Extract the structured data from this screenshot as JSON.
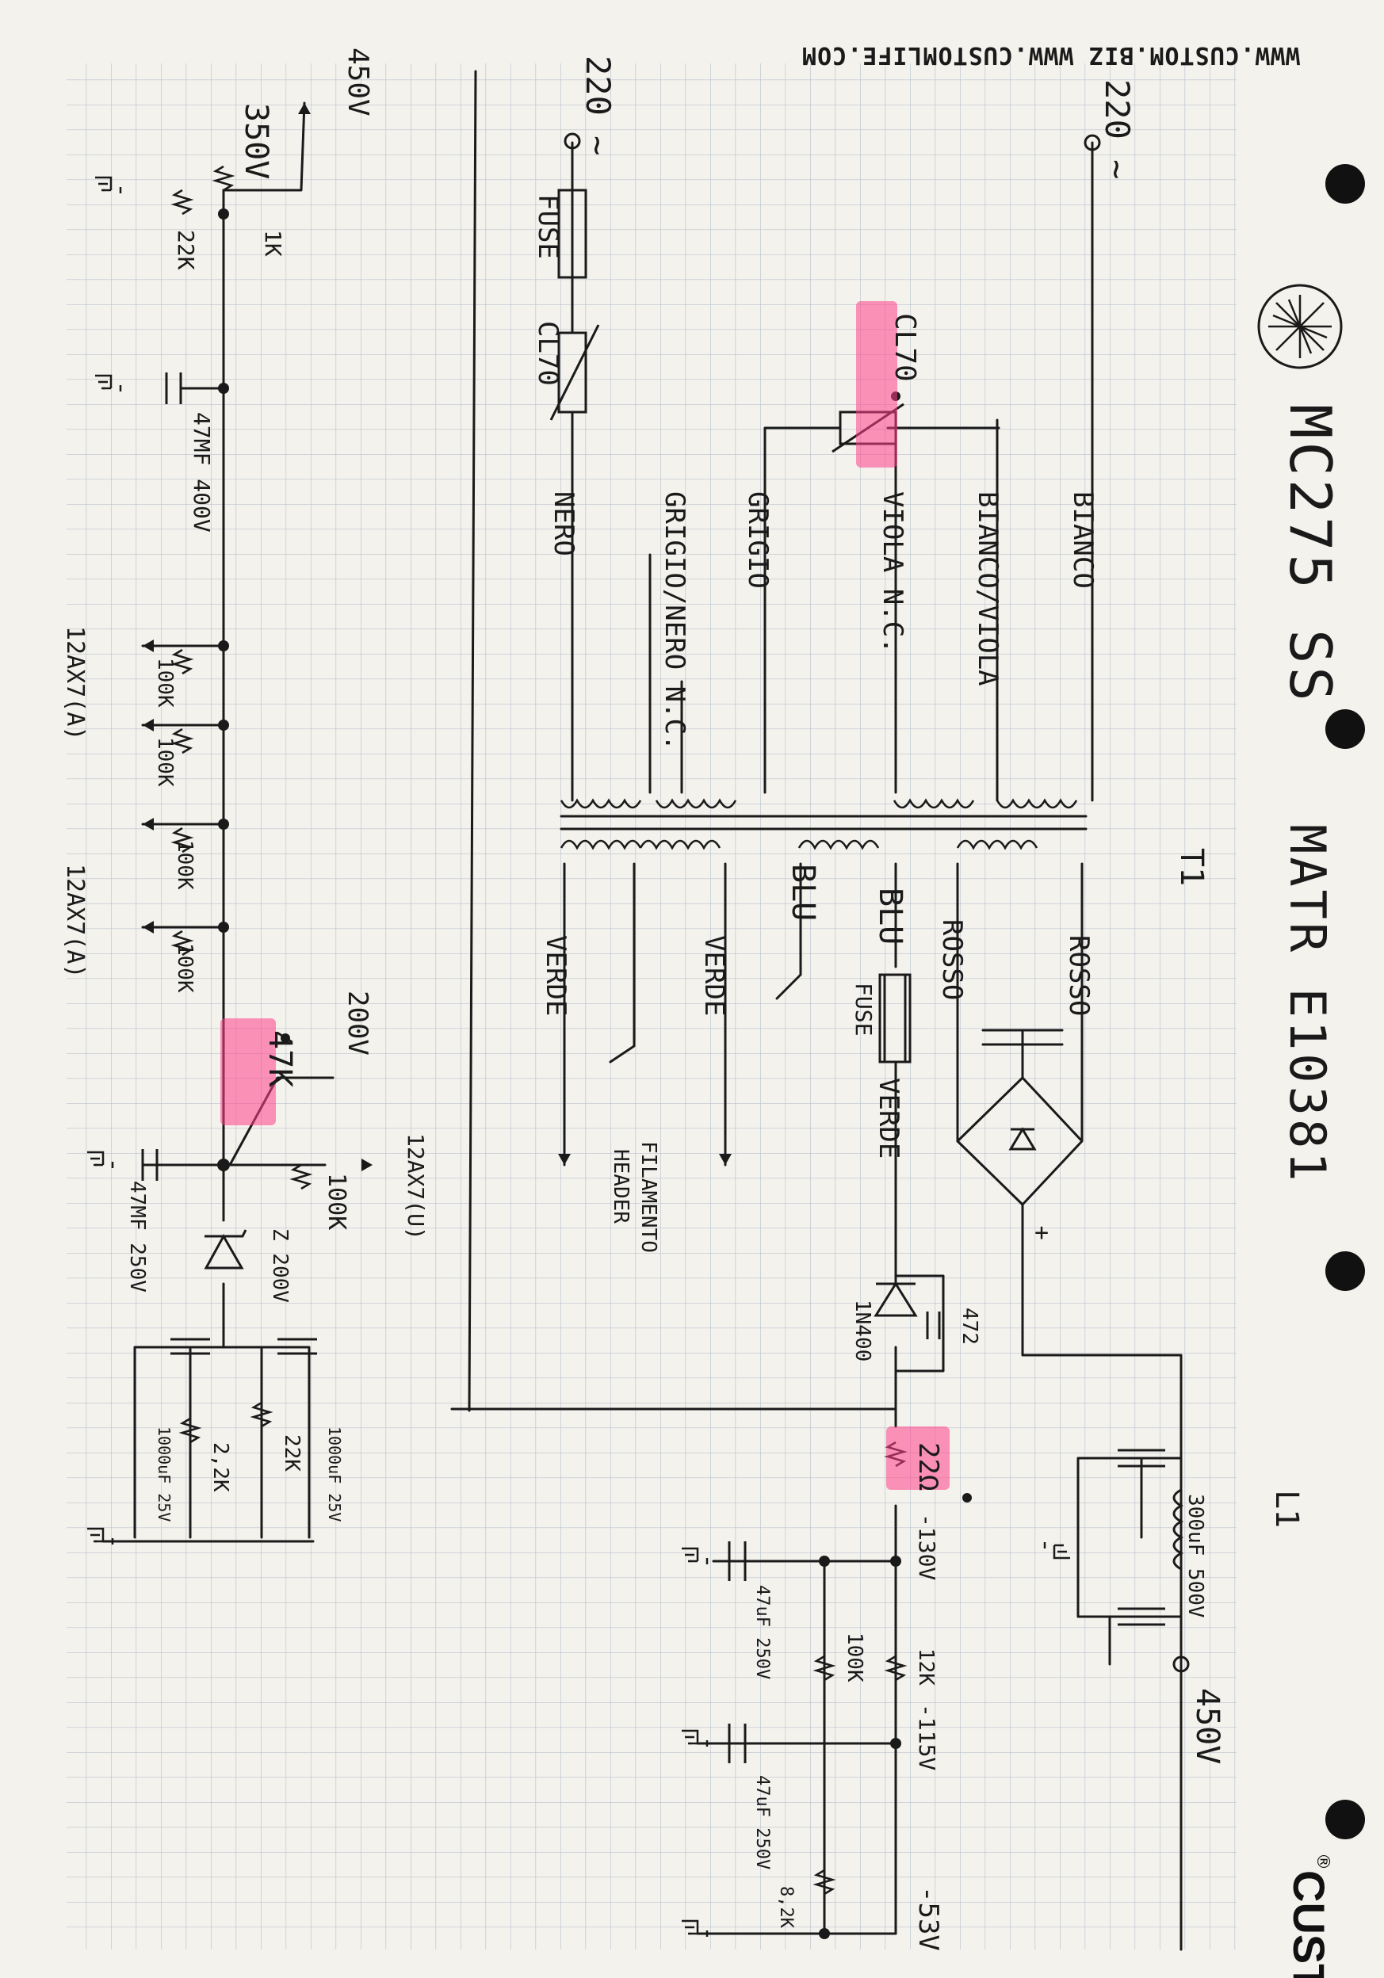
{
  "header": {
    "url_text": "WWW.CUSTOM.BIZ  WWW.CUSTOMLIFE.COM",
    "brand": "CUSTOM",
    "registered_mark": "®"
  },
  "title": {
    "model": "MC275 SS",
    "serial": "MATR E10381"
  },
  "colors": {
    "paper": "#f4f2ec",
    "grid": "#b9c3cf",
    "ink": "#1a1a1a",
    "highlight": "#ff3f8a",
    "punch_hole": "#111111"
  },
  "schematic": {
    "mains": {
      "left_terminal": "220 ~",
      "right_terminal": "220 ~",
      "fuse_label": "FUSE",
      "thermistor_left": "CL70",
      "thermistor_right": "CL70",
      "transformer_label": "T1"
    },
    "primary_wires": [
      {
        "label": "BIANCO"
      },
      {
        "label": "BIANCO/VIOLA"
      },
      {
        "label": "VIOLA  N.C."
      },
      {
        "label": "GRIGIO"
      },
      {
        "label": "GRIGIO/NERO  N.C."
      },
      {
        "label": "NERO"
      }
    ],
    "secondary_wires": [
      {
        "label": "ROSSO"
      },
      {
        "label": "ROSSO"
      },
      {
        "label": "BLU"
      },
      {
        "label": "BLU"
      },
      {
        "label": "VERDE"
      },
      {
        "label": "VERDE"
      },
      {
        "label": "VERDE"
      }
    ],
    "secondary_fuse": "FUSE",
    "filament_label_1": "FILAMENTO",
    "filament_label_2": "HEADER",
    "bridge_plus": "+",
    "b_plus": {
      "choke": "L1",
      "cap": "300uF 500V",
      "out_voltage": "450V"
    },
    "bias": {
      "diode": "1N400",
      "cap": "472",
      "resistor_22": "22Ω",
      "v1": "-130V",
      "cap1": "47uF 250V",
      "r_12k": "12K",
      "v2": "-115V",
      "r_100k": "100K",
      "cap2": "47uF 250V",
      "v3": "-53V",
      "r_82k": "8,2K"
    },
    "left_supply": {
      "v450": "450V",
      "v350": "350V",
      "r_1k": "1K",
      "r_22k": "22K",
      "cap": "47MF 400V",
      "r100k_labels": [
        "100K",
        "100K",
        "100K",
        "100K"
      ],
      "tube_a": "12AX7(A)",
      "tube_b": "12AX7(A)",
      "v200": "200V",
      "r_47k": "47K",
      "r_100k_b": "100K",
      "tube_c": "12AX7(U)",
      "cap_b": "47MF 250V",
      "zener": "Z 200V",
      "r_22k_b": "22K",
      "r_22k_c": "2,2K",
      "cap_c1": "1000uF 25V",
      "cap_c2": "1000uF 25V"
    }
  }
}
